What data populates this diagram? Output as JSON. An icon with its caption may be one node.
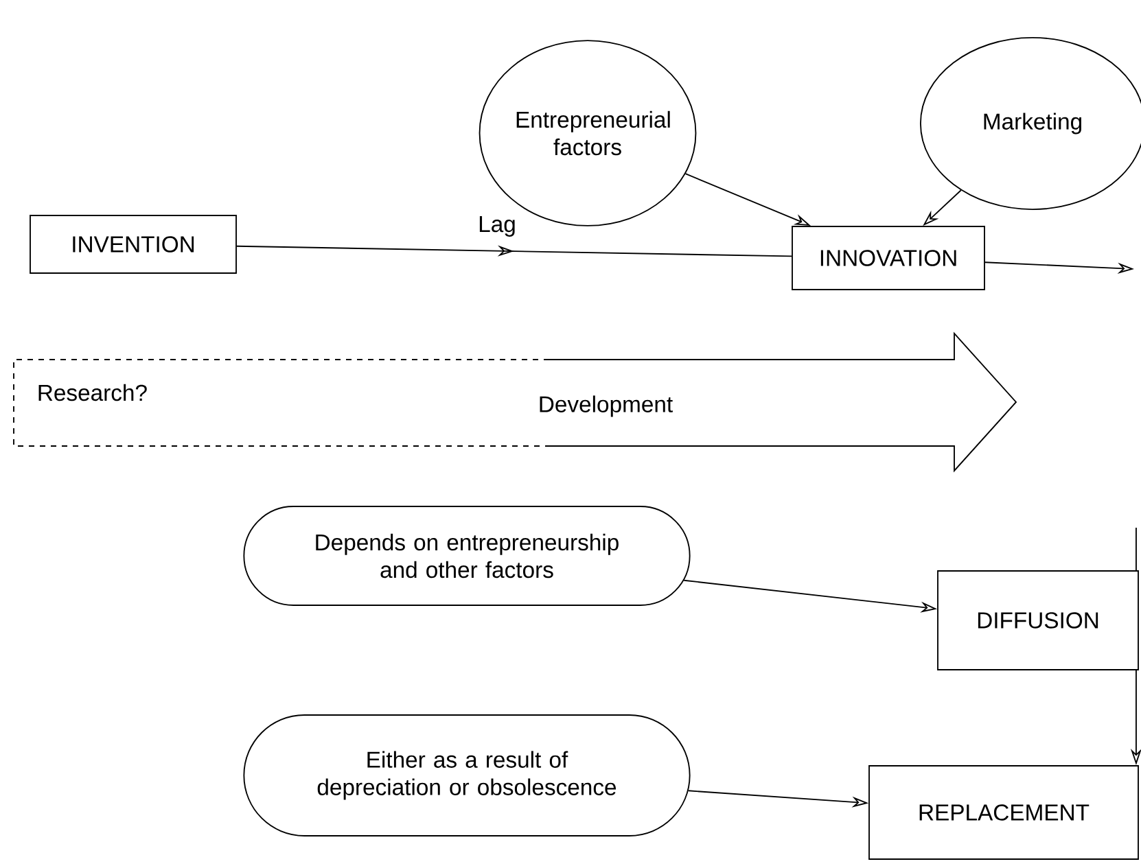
{
  "diagram": {
    "nodes": [
      {
        "text": [
          "INVENTION"
        ]
      },
      {
        "text": [
          "Entrepreneurial factors"
        ]
      },
      {
        "text": [
          "Marketing"
        ]
      },
      {
        "text": [
          "INNOVATION"
        ]
      },
      {
        "text": [
          "Research?",
          "Development"
        ]
      },
      {
        "text": [
          "Depends on entrepreneurship and other factors"
        ]
      },
      {
        "text": [
          "DIFFUSION"
        ]
      },
      {
        "text": [
          "Either as a result of depreciation or obsolescence"
        ]
      },
      {
        "text": [
          "REPLACEMENT"
        ]
      }
    ],
    "edges": [
      {
        "from": 0,
        "to": 3,
        "arrow": "to",
        "label": "Lag"
      },
      {
        "from": 1,
        "to": 3,
        "arrow": "to"
      },
      {
        "from": 2,
        "to": 3,
        "arrow": "to"
      },
      {
        "from": 3,
        "to": null,
        "arrow": "to"
      },
      {
        "from": null,
        "to": 6,
        "arrow": "none"
      },
      {
        "from": 5,
        "to": 6,
        "arrow": "to"
      },
      {
        "from": 6,
        "to": 8,
        "arrow": "to"
      },
      {
        "from": 7,
        "to": 8,
        "arrow": "to"
      }
    ]
  }
}
